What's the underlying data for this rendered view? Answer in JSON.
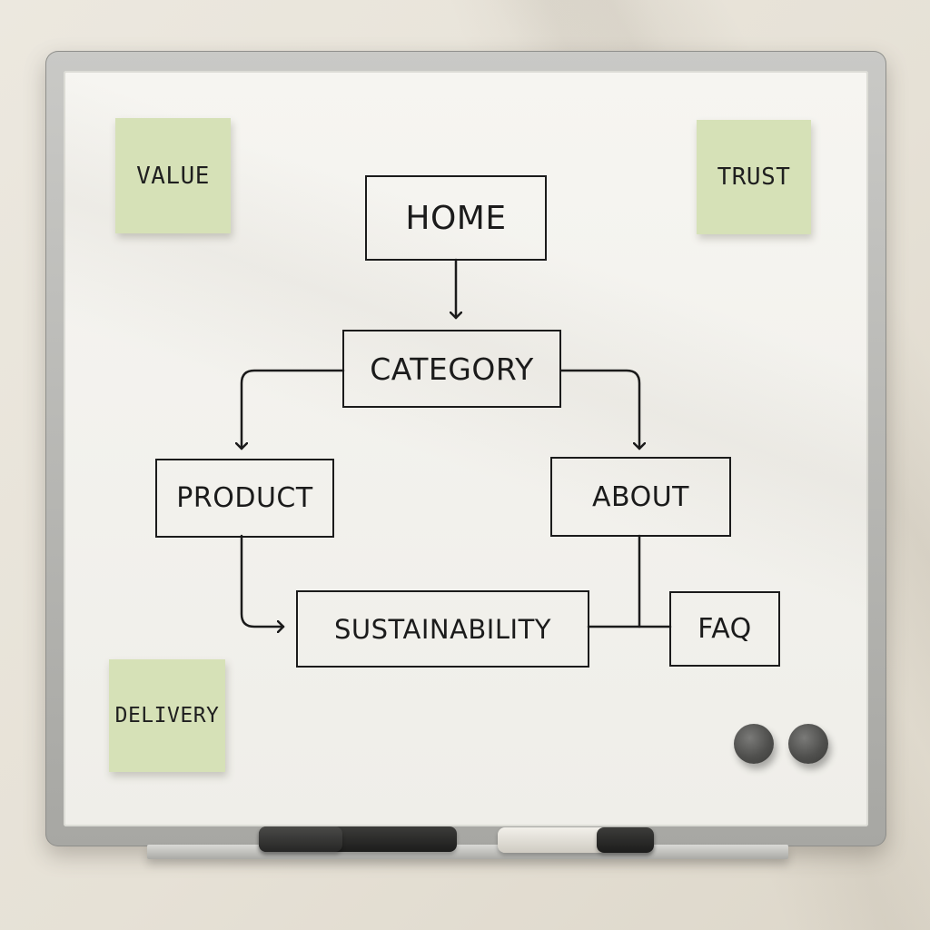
{
  "sticky_notes": {
    "value": "VALUE",
    "trust": "TRUST",
    "delivery": "DELIVERY"
  },
  "flowchart": {
    "home": "HOME",
    "category": "CATEGORY",
    "product": "PRODUCT",
    "about": "ABOUT",
    "sustainability": "SUSTAINABILITY",
    "faq": "FAQ"
  },
  "colors": {
    "sticky_note": "#d6e1b7",
    "ink": "#1b1b1b",
    "board": "#f3f2ee",
    "frame": "#b5b5b1",
    "magnet": "#4f4f4d"
  }
}
